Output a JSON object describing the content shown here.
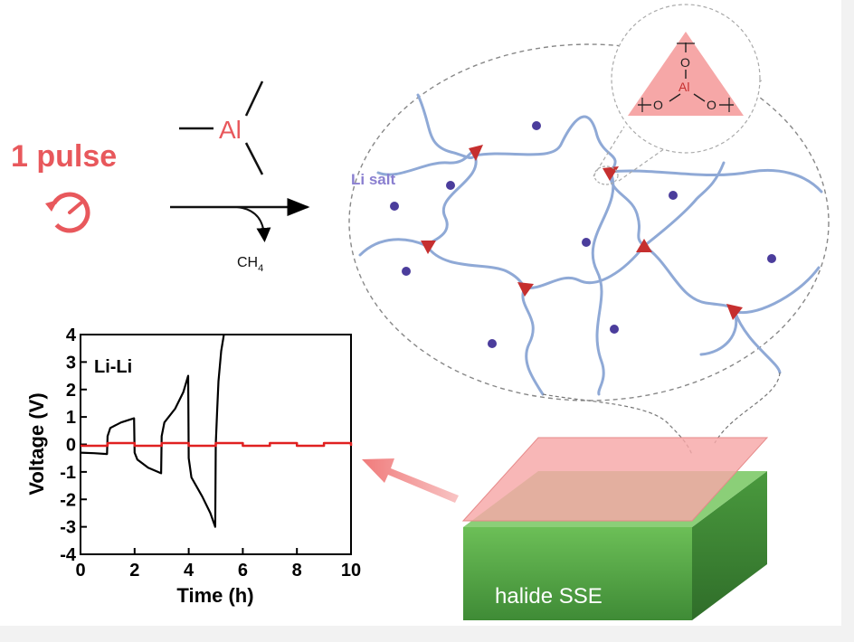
{
  "colors": {
    "accent_red": "#e8585c",
    "polymer_blue": "#8fa9d6",
    "li_dot": "#4b3d9c",
    "al_node": "#c62f2f",
    "li_salt_text": "#8a7fd0",
    "sse_green": "#5bae4a",
    "al_layer": "#f6a7a7",
    "plot_black": "#000000",
    "plot_red": "#e02020"
  },
  "reaction": {
    "pulse_label": "1 pulse",
    "al_symbol": "Al",
    "byproduct_main": "CH",
    "byproduct_sub": "4",
    "pulse_icon": "refresh-cycle-icon"
  },
  "network": {
    "li_salt_label": "Li salt",
    "inset_al": "Al",
    "inset_o_top": "O",
    "inset_o_left": "O",
    "inset_o_right": "O"
  },
  "device": {
    "sse_label": "halide SSE"
  },
  "plot": {
    "chart_data": {
      "type": "line",
      "annotation": "Li-Li",
      "xlabel": "Time (h)",
      "ylabel": "Voltage (V)",
      "xlim": [
        0,
        10
      ],
      "ylim": [
        -4,
        4
      ],
      "xticks": [
        "0",
        "2",
        "4",
        "6",
        "8",
        "10"
      ],
      "yticks": [
        "-4",
        "-3",
        "-2",
        "-1",
        "0",
        "1",
        "2",
        "3",
        "4"
      ],
      "grid": false,
      "series": [
        {
          "color": "#000000",
          "points": [
            [
              0,
              -0.3
            ],
            [
              0.5,
              -0.32
            ],
            [
              0.98,
              -0.35
            ],
            [
              1.0,
              0.3
            ],
            [
              1.1,
              0.6
            ],
            [
              1.5,
              0.8
            ],
            [
              1.98,
              0.95
            ],
            [
              2.0,
              -0.3
            ],
            [
              2.1,
              -0.55
            ],
            [
              2.5,
              -0.85
            ],
            [
              2.98,
              -1.05
            ],
            [
              3.0,
              0.3
            ],
            [
              3.1,
              0.8
            ],
            [
              3.5,
              1.3
            ],
            [
              3.8,
              1.9
            ],
            [
              3.98,
              2.5
            ],
            [
              4.0,
              -0.5
            ],
            [
              4.1,
              -1.2
            ],
            [
              4.5,
              -1.9
            ],
            [
              4.8,
              -2.5
            ],
            [
              4.98,
              -3.0
            ],
            [
              5.0,
              0.0
            ],
            [
              5.05,
              1.2
            ],
            [
              5.1,
              2.3
            ],
            [
              5.2,
              3.4
            ],
            [
              5.3,
              4.0
            ]
          ]
        },
        {
          "color": "#e02020",
          "points": [
            [
              0,
              -0.05
            ],
            [
              1,
              -0.05
            ],
            [
              1,
              0.05
            ],
            [
              2,
              0.05
            ],
            [
              2,
              -0.05
            ],
            [
              3,
              -0.05
            ],
            [
              3,
              0.05
            ],
            [
              4,
              0.05
            ],
            [
              4,
              -0.05
            ],
            [
              5,
              -0.05
            ],
            [
              5,
              0.05
            ],
            [
              6,
              0.05
            ],
            [
              6,
              -0.05
            ],
            [
              7,
              -0.05
            ],
            [
              7,
              0.05
            ],
            [
              8,
              0.05
            ],
            [
              8,
              -0.05
            ],
            [
              9,
              -0.05
            ],
            [
              9,
              0.05
            ],
            [
              10,
              0.05
            ],
            [
              10,
              -0.05
            ]
          ]
        }
      ]
    }
  }
}
